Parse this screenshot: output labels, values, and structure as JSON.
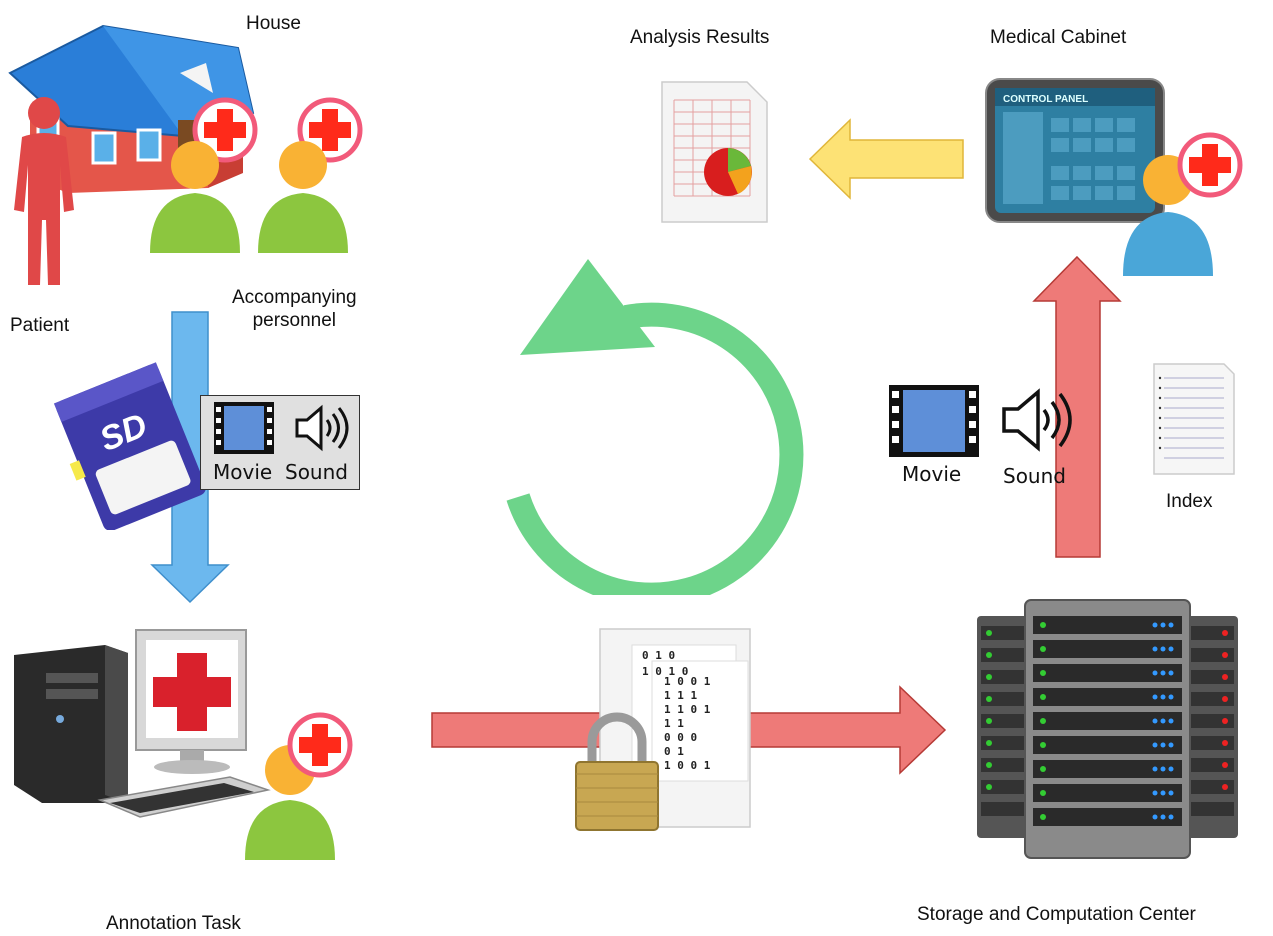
{
  "labels": {
    "house": "House",
    "patient": "Patient",
    "accompanying_line1": "Accompanying",
    "accompanying_line2": "personnel",
    "analysis_results": "Analysis Results",
    "medical_cabinet": "Medical Cabinet",
    "annotation_task": "Annotation Task",
    "storage_center": "Storage and Computation Center",
    "index": "Index"
  },
  "sd_media": {
    "movie": "Movie",
    "sound": "Sound"
  },
  "center_media": {
    "movie": "Movie",
    "sound": "Sound"
  },
  "tablet": {
    "title": "CONTROL PANEL"
  },
  "sd_card": {
    "logo": "SD"
  },
  "binary_doc": {
    "lines": [
      "0 1   0",
      "1 0 1   0",
      "1   0 0 1",
      "1   1   1",
      "1   1 0 1",
      "1 1",
      "0 0 0",
      "0   1",
      "1   0 0 1"
    ]
  },
  "colors": {
    "blue_arrow": "#6cb8ee",
    "red_arrow": "#ee7a78",
    "yellow_arrow": "#fde275",
    "green_cycle": "#6dd48a",
    "medical_cross": "#ff2a1a",
    "badge_ring": "#f25a7a"
  }
}
